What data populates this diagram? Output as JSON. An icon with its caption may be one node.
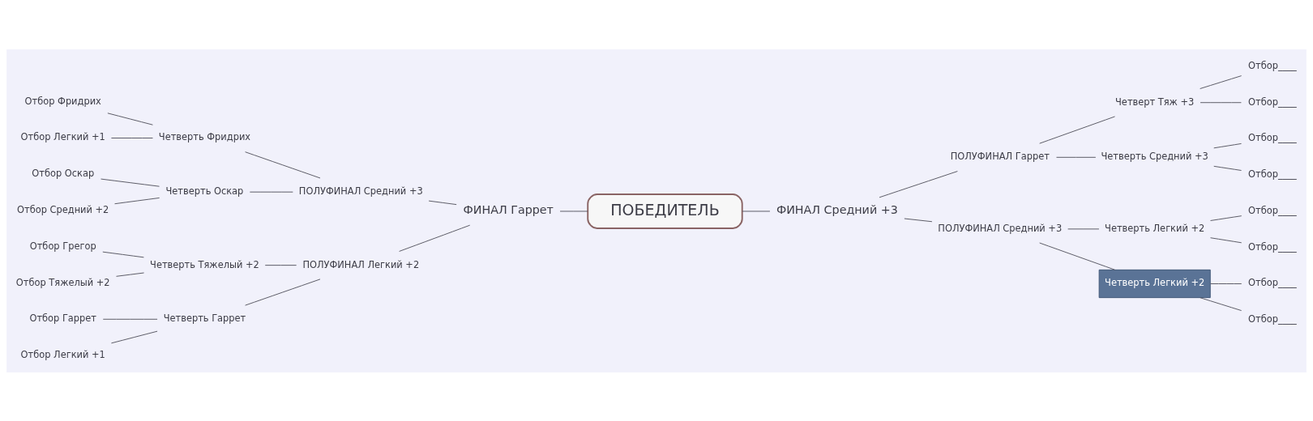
{
  "diagram": {
    "nodes": [
      {
        "text": [
          "ПОБЕДИТЕЛЬ"
        ]
      },
      {
        "text": [
          "ФИНАЛ Гаррет"
        ]
      },
      {
        "text": [
          "ПОЛУФИНАЛ Средний +3"
        ]
      },
      {
        "text": [
          "Четверть Фридрих"
        ]
      },
      {
        "text": [
          "Отбор Фридрих"
        ]
      },
      {
        "text": [
          "Отбор Легкий +1"
        ]
      },
      {
        "text": [
          "Четверть Оскар"
        ]
      },
      {
        "text": [
          "Отбор Оскар"
        ]
      },
      {
        "text": [
          "Отбор Средний +2"
        ]
      },
      {
        "text": [
          "ПОЛУФИНАЛ Легкий +2"
        ]
      },
      {
        "text": [
          "Четверть Тяжелый +2"
        ]
      },
      {
        "text": [
          "Отбор Грегор"
        ]
      },
      {
        "text": [
          "Отбор Тяжелый +2"
        ]
      },
      {
        "text": [
          "Четверть Гаррет"
        ]
      },
      {
        "text": [
          "Отбор Гаррет"
        ]
      },
      {
        "text": [
          "Отбор Легкий +1"
        ]
      },
      {
        "text": [
          "ФИНАЛ Средний +3"
        ]
      },
      {
        "text": [
          "ПОЛУФИНАЛ Гаррет"
        ]
      },
      {
        "text": [
          "Четверт Тяж +3"
        ]
      },
      {
        "text": [
          "Отбор____"
        ]
      },
      {
        "text": [
          "Отбор____"
        ]
      },
      {
        "text": [
          "Четверть Средний +3"
        ]
      },
      {
        "text": [
          "Отбор____"
        ]
      },
      {
        "text": [
          "Отбор____"
        ]
      },
      {
        "text": [
          "ПОЛУФИНАЛ Средний +3"
        ]
      },
      {
        "text": [
          "Четверть Легкий +2"
        ]
      },
      {
        "text": [
          "Отбор____"
        ]
      },
      {
        "text": [
          "Отбор____"
        ]
      },
      {
        "text": [
          "Четверть Легкий +2"
        ]
      },
      {
        "text": [
          "Отбор____"
        ]
      },
      {
        "text": [
          "Отбор____"
        ]
      }
    ],
    "edges": [
      {
        "from": 0,
        "to": 1,
        "arrow": "none"
      },
      {
        "from": 1,
        "to": 2,
        "arrow": "none"
      },
      {
        "from": 2,
        "to": 3,
        "arrow": "none"
      },
      {
        "from": 3,
        "to": 4,
        "arrow": "none"
      },
      {
        "from": 3,
        "to": 5,
        "arrow": "none"
      },
      {
        "from": 2,
        "to": 6,
        "arrow": "none"
      },
      {
        "from": 6,
        "to": 7,
        "arrow": "none"
      },
      {
        "from": 6,
        "to": 8,
        "arrow": "none"
      },
      {
        "from": 1,
        "to": 9,
        "arrow": "none"
      },
      {
        "from": 9,
        "to": 10,
        "arrow": "none"
      },
      {
        "from": 10,
        "to": 11,
        "arrow": "none"
      },
      {
        "from": 10,
        "to": 12,
        "arrow": "none"
      },
      {
        "from": 9,
        "to": 13,
        "arrow": "none"
      },
      {
        "from": 13,
        "to": 14,
        "arrow": "none"
      },
      {
        "from": 13,
        "to": 15,
        "arrow": "none"
      },
      {
        "from": 0,
        "to": 16,
        "arrow": "none"
      },
      {
        "from": 16,
        "to": 17,
        "arrow": "none"
      },
      {
        "from": 17,
        "to": 18,
        "arrow": "none"
      },
      {
        "from": 18,
        "to": 19,
        "arrow": "none"
      },
      {
        "from": 18,
        "to": 20,
        "arrow": "none"
      },
      {
        "from": 17,
        "to": 21,
        "arrow": "none"
      },
      {
        "from": 21,
        "to": 22,
        "arrow": "none"
      },
      {
        "from": 21,
        "to": 23,
        "arrow": "none"
      },
      {
        "from": 16,
        "to": 24,
        "arrow": "none"
      },
      {
        "from": 24,
        "to": 25,
        "arrow": "none"
      },
      {
        "from": 25,
        "to": 26,
        "arrow": "none"
      },
      {
        "from": 25,
        "to": 27,
        "arrow": "none"
      },
      {
        "from": 24,
        "to": 28,
        "arrow": "none"
      },
      {
        "from": 28,
        "to": 29,
        "arrow": "none"
      },
      {
        "from": 28,
        "to": 30,
        "arrow": "none"
      }
    ]
  }
}
